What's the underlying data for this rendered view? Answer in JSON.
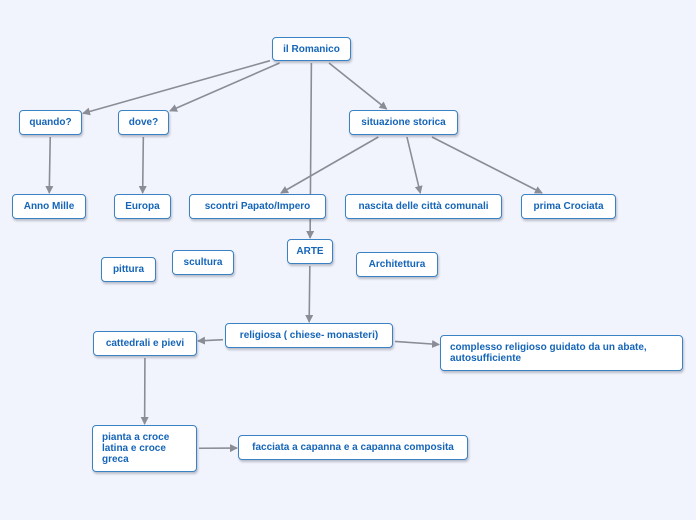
{
  "nodes": {
    "romanico": "il Romanico",
    "quando": "quando?",
    "dove": "dove?",
    "situazione": "situazione storica",
    "anno_mille": "Anno Mille",
    "europa": "Europa",
    "scontri": "scontri Papato/Impero",
    "citta": "nascita delle città comunali",
    "crociata": "prima Crociata",
    "pittura": "pittura",
    "scultura": "scultura",
    "arte": "ARTE",
    "architettura": "Architettura",
    "religiosa": "religiosa ( chiese- monasteri)",
    "cattedrali": "cattedrali e pievi",
    "complesso": "complesso religioso guidato da un abate, autosufficiente",
    "pianta": "pianta a croce latina e croce greca",
    "facciata": "facciata a capanna e a capanna composita"
  },
  "edges": [
    [
      "romanico",
      "quando"
    ],
    [
      "romanico",
      "dove"
    ],
    [
      "romanico",
      "situazione"
    ],
    [
      "romanico",
      "arte"
    ],
    [
      "quando",
      "anno_mille"
    ],
    [
      "dove",
      "europa"
    ],
    [
      "situazione",
      "scontri"
    ],
    [
      "situazione",
      "citta"
    ],
    [
      "situazione",
      "crociata"
    ],
    [
      "arte",
      "religiosa"
    ],
    [
      "religiosa",
      "cattedrali"
    ],
    [
      "religiosa",
      "complesso"
    ],
    [
      "cattedrali",
      "pianta"
    ],
    [
      "pianta",
      "facciata"
    ]
  ],
  "colors": {
    "background": "#f2f4fd",
    "node_border": "#3b82c4",
    "node_text": "#1565b8",
    "connector": "#8a8d96"
  }
}
